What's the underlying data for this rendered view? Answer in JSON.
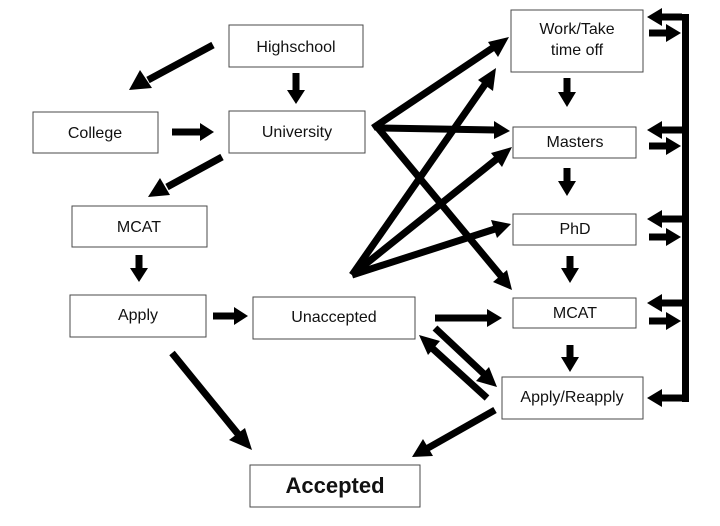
{
  "nodes": {
    "highschool": {
      "label": "Highschool"
    },
    "college": {
      "label": "College"
    },
    "university": {
      "label": "University"
    },
    "mcat1": {
      "label": "MCAT"
    },
    "apply": {
      "label": "Apply"
    },
    "unaccepted": {
      "label": "Unaccepted"
    },
    "work": {
      "label_line1": "Work/Take",
      "label_line2": "time off"
    },
    "masters": {
      "label": "Masters"
    },
    "phd": {
      "label": "PhD"
    },
    "mcat2": {
      "label": "MCAT"
    },
    "reapply": {
      "label": "Apply/Reapply"
    },
    "accepted": {
      "label": "Accepted"
    }
  },
  "colors": {
    "arrow": "#000000",
    "box_border": "#4a4a4a",
    "text": "#111111"
  }
}
